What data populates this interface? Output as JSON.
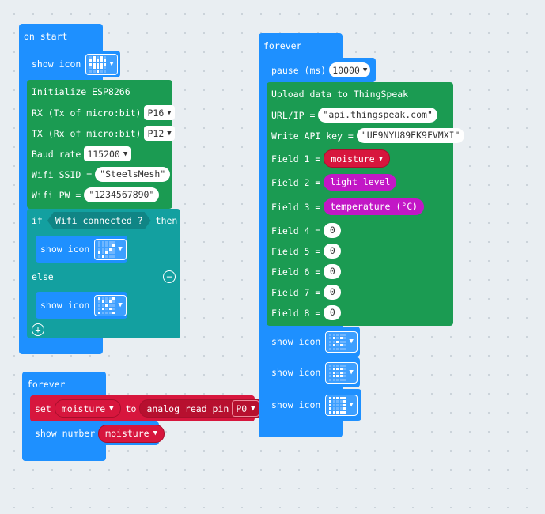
{
  "on_start": {
    "hat": "on start",
    "show_icon_label": "show icon",
    "init_title": "Initialize ESP8266",
    "rx_label": "RX (Tx of micro:bit)",
    "rx_pin": "P16",
    "tx_label": "TX (Rx of micro:bit)",
    "tx_pin": "P12",
    "baud_label": "Baud rate",
    "baud_value": "115200",
    "ssid_label": "Wifi SSID =",
    "ssid_value": "\"SteelsMesh\"",
    "pw_label": "Wifi PW =",
    "pw_value": "\"1234567890\"",
    "if_label": "if",
    "condition": "Wifi connected ?",
    "then_label": "then",
    "else_label": "else",
    "minus_symbol": "−",
    "plus_symbol": "+"
  },
  "forever_small": {
    "hat": "forever",
    "set_label": "set",
    "variable": "moisture",
    "to_label": "to",
    "analog_label": "analog read pin",
    "pin": "P0",
    "show_number_label": "show number",
    "number_var": "moisture"
  },
  "forever_big": {
    "hat": "forever",
    "pause_label": "pause (ms)",
    "pause_value": "10000",
    "upload_title": "Upload data to ThingSpeak",
    "url_label": "URL/IP =",
    "url_value": "\"api.thingspeak.com\"",
    "key_label": "Write API key =",
    "key_value": "\"UE9NYU89EK9FVMXI\"",
    "fields": [
      {
        "label": "Field 1 =",
        "value": "moisture"
      },
      {
        "label": "Field 2 =",
        "value": "light level"
      },
      {
        "label": "Field 3 =",
        "value": "temperature (°C)"
      },
      {
        "label": "Field 4 =",
        "value": "0"
      },
      {
        "label": "Field 5 =",
        "value": "0"
      },
      {
        "label": "Field 6 =",
        "value": "0"
      },
      {
        "label": "Field 7 =",
        "value": "0"
      },
      {
        "label": "Field 8 =",
        "value": "0"
      }
    ],
    "show_icon_label": "show icon"
  },
  "icons": [
    "heart-icon",
    "checkmark-icon",
    "cross-icon",
    "small-diamond-icon",
    "small-square-icon",
    "square-icon"
  ],
  "colors": {
    "basic": "#1e90ff",
    "esp": "#1b9b52",
    "logic": "#13a0a0",
    "variables": "#d7163d",
    "input": "#c217c6"
  }
}
